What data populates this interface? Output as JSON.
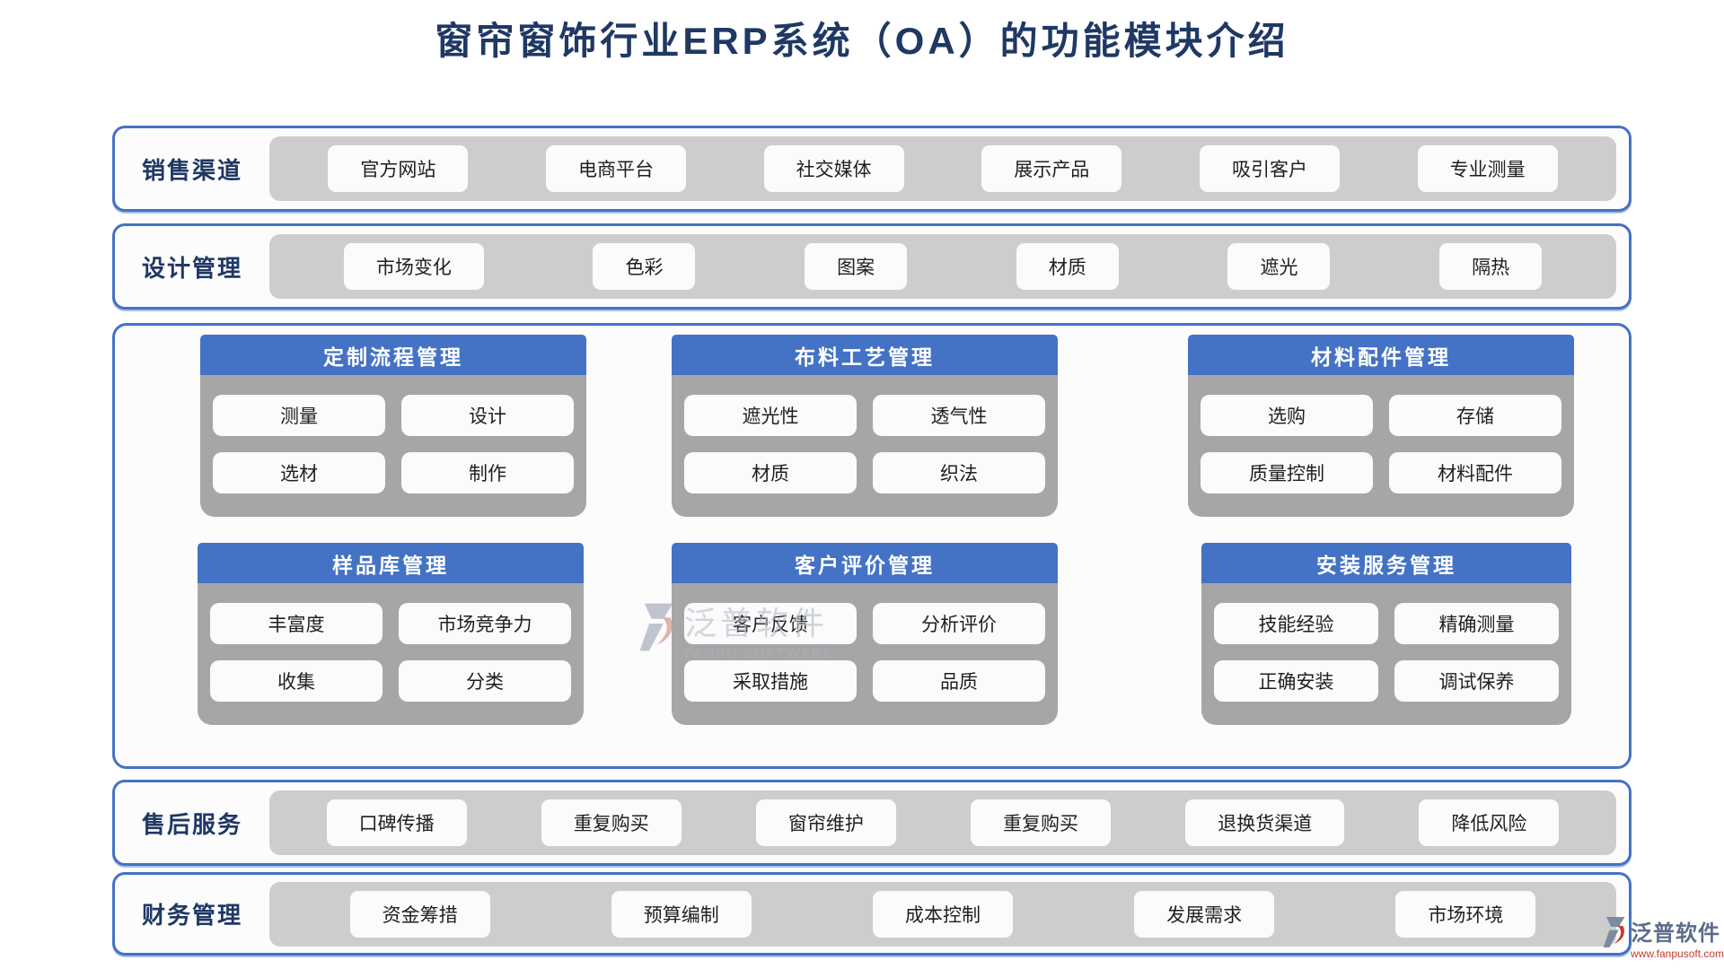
{
  "title": "窗帘窗饰行业ERP系统（OA）的功能模块介绍",
  "bands": [
    {
      "label": "销售渠道",
      "items": [
        "官方网站",
        "电商平台",
        "社交媒体",
        "展示产品",
        "吸引客户",
        "专业测量"
      ]
    },
    {
      "label": "设计管理",
      "items": [
        "市场变化",
        "色彩",
        "图案",
        "材质",
        "遮光",
        "隔热"
      ]
    },
    {
      "label": "售后服务",
      "items": [
        "口碑传播",
        "重复购买",
        "窗帘维护",
        "重复购买",
        "退换货渠道",
        "降低风险"
      ]
    },
    {
      "label": "财务管理",
      "items": [
        "资金筹措",
        "预算编制",
        "成本控制",
        "发展需求",
        "市场环境"
      ]
    }
  ],
  "modules": [
    {
      "title": "定制流程管理",
      "items": [
        "测量",
        "设计",
        "选材",
        "制作"
      ]
    },
    {
      "title": "布料工艺管理",
      "items": [
        "遮光性",
        "透气性",
        "材质",
        "织法"
      ]
    },
    {
      "title": "材料配件管理",
      "items": [
        "选购",
        "存储",
        "质量控制",
        "材料配件"
      ]
    },
    {
      "title": "样品库管理",
      "items": [
        "丰富度",
        "市场竞争力",
        "收集",
        "分类"
      ]
    },
    {
      "title": "客户评价管理",
      "items": [
        "客户反馈",
        "分析评价",
        "采取措施",
        "品质"
      ]
    },
    {
      "title": "安装服务管理",
      "items": [
        "技能经验",
        "精确测量",
        "正确安装",
        "调试保养"
      ]
    }
  ],
  "watermark": {
    "name": "泛普软件",
    "subtitle": "FANPU SOFTWARE"
  },
  "footer_logo": {
    "name": "泛普软件",
    "url": "www.fanpusoft.com"
  },
  "colors": {
    "accent": "#4472C4",
    "title_text": "#1F3864",
    "band_strip": "#CDCDCD",
    "card_body": "#A6A6A6",
    "chip_bg": "#FBFBFB",
    "chip_text": "#1F1F1F"
  }
}
